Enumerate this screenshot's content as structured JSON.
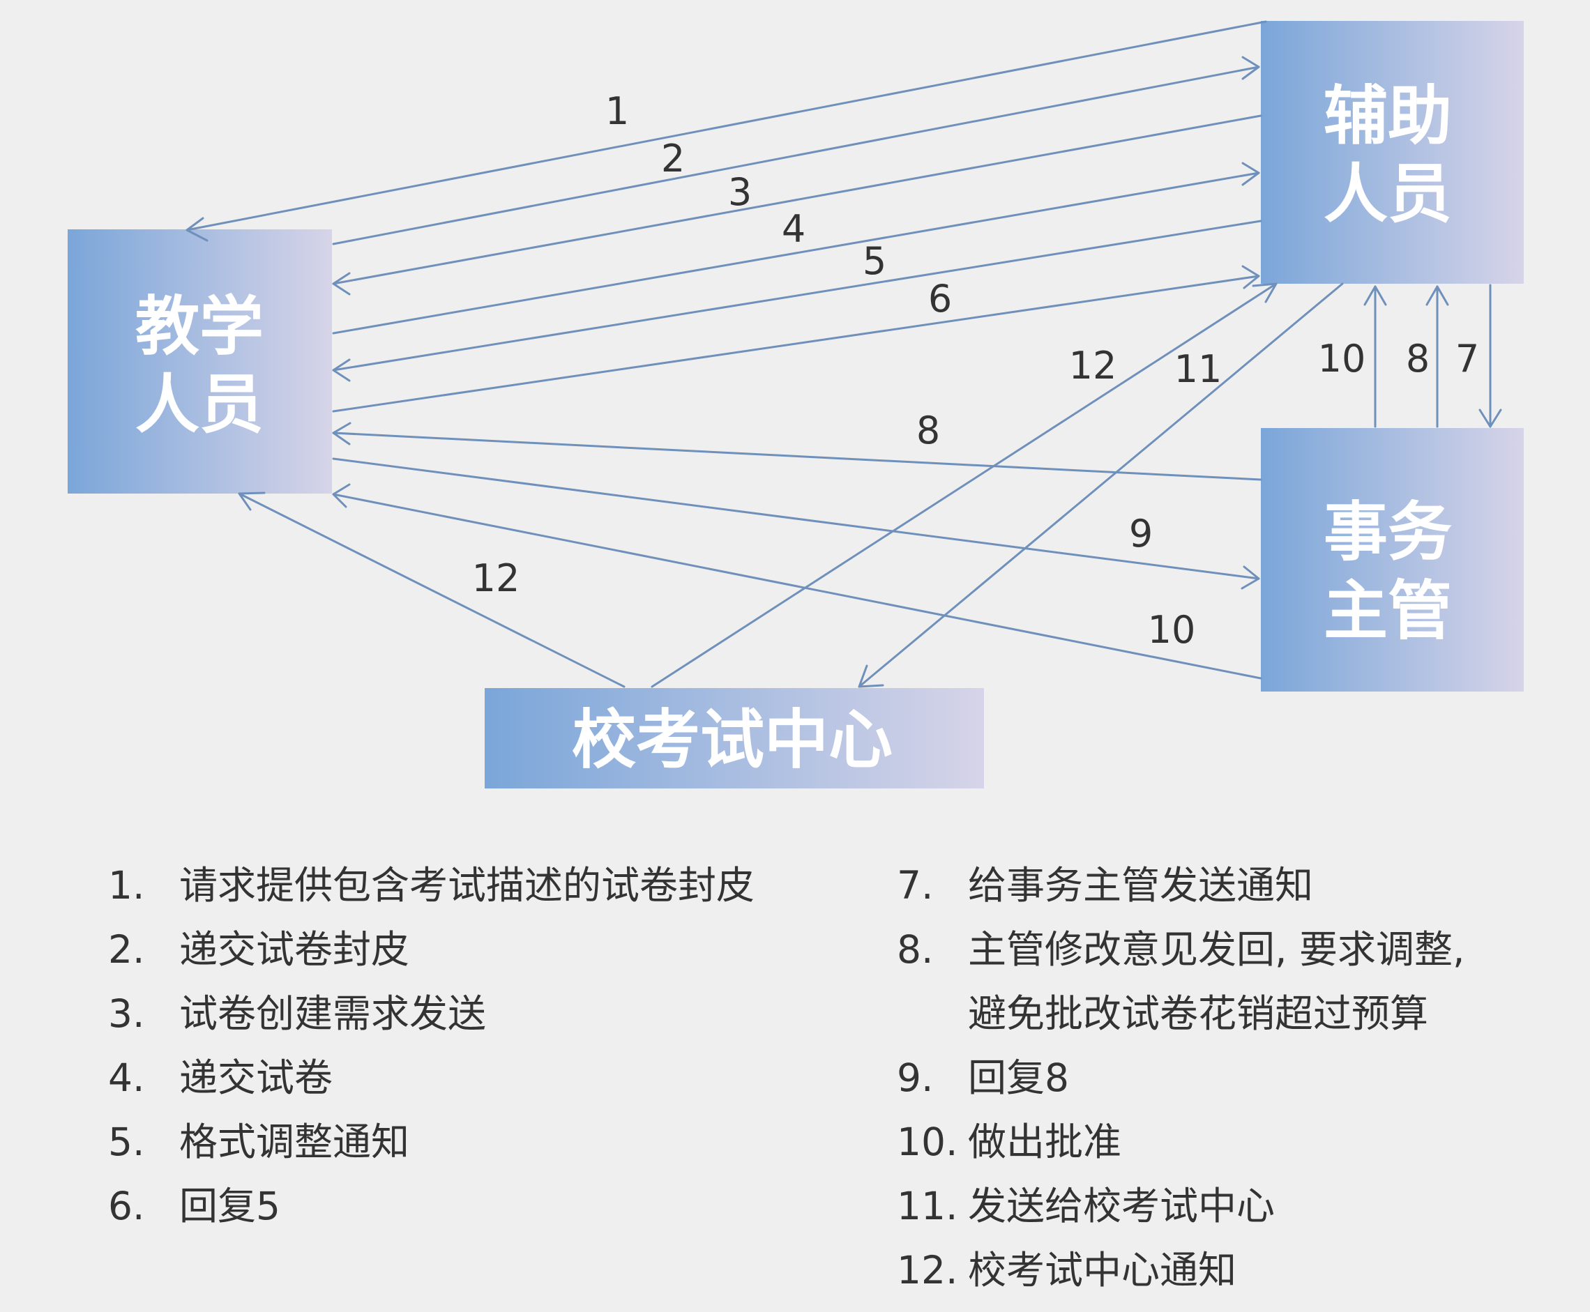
{
  "colors": {
    "node_gradient_start": "#7ba6d9",
    "node_gradient_end": "#d6d4e8",
    "arrow": "#6f90bb",
    "text": "#333333",
    "background": "#efefef"
  },
  "nodes": {
    "teaching_staff": {
      "line1": "教学",
      "line2": "人员"
    },
    "assistant": {
      "line1": "辅助",
      "line2": "人员"
    },
    "affairs_supervisor": {
      "line1": "事务",
      "line2": "主管"
    },
    "exam_center": {
      "line1": "校考试中心"
    }
  },
  "arrow_labels": {
    "a1": "1",
    "a2": "2",
    "a3": "3",
    "a4": "4",
    "a5": "5",
    "a6": "6",
    "a7": "7",
    "a8_up": "8",
    "a8": "8",
    "a9": "9",
    "a10_up": "10",
    "a10": "10",
    "a11": "11",
    "a12_upper": "12",
    "a12_lower": "12"
  },
  "legend": {
    "left": [
      {
        "num": "1.",
        "text": "请求提供包含考试描述的试卷封皮"
      },
      {
        "num": "2.",
        "text": "递交试卷封皮"
      },
      {
        "num": "3.",
        "text": "试卷创建需求发送"
      },
      {
        "num": "4.",
        "text": "递交试卷"
      },
      {
        "num": "5.",
        "text": "格式调整通知"
      },
      {
        "num": "6.",
        "text": "回复5"
      }
    ],
    "right": [
      {
        "num": "7.",
        "text": "给事务主管发送通知"
      },
      {
        "num": "8.",
        "text": "主管修改意见发回, 要求调整,",
        "cont": "避免批改试卷花销超过预算"
      },
      {
        "num": "9.",
        "text": "回复8"
      },
      {
        "num": "10.",
        "text": "做出批准"
      },
      {
        "num": "11.",
        "text": "发送给校考试中心"
      },
      {
        "num": "12.",
        "text": "校考试中心通知"
      }
    ]
  }
}
